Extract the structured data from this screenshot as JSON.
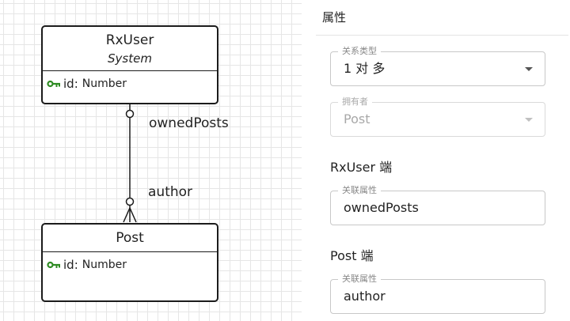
{
  "diagram": {
    "entities": [
      {
        "name": "RxUser",
        "stereotype": "System",
        "attributes": [
          {
            "name": "id:",
            "type": "Number",
            "key": true
          }
        ]
      },
      {
        "name": "Post",
        "stereotype": "",
        "attributes": [
          {
            "name": "id:",
            "type": "Number",
            "key": true
          }
        ]
      }
    ],
    "relation": {
      "source_label": "ownedPosts",
      "target_label": "author",
      "source_end": "one",
      "target_end": "many"
    },
    "colors": {
      "key_icon": "#2e8b22",
      "border": "#1b1b1b",
      "grid": "#e6e6e6"
    }
  },
  "panel": {
    "title": "属性",
    "relation_type": {
      "label": "关系类型",
      "value": "1 对 多"
    },
    "owner": {
      "label": "拥有者",
      "value": "Post",
      "disabled": true
    },
    "source_section": {
      "title": "RxUser 端",
      "field_label": "关联属性",
      "value": "ownedPosts"
    },
    "target_section": {
      "title": "Post 端",
      "field_label": "关联属性",
      "value": "author"
    }
  }
}
